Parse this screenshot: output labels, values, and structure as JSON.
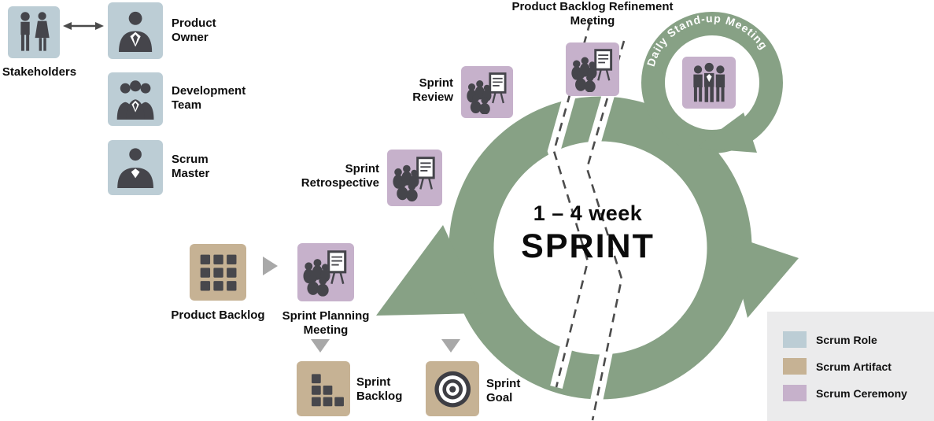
{
  "colors": {
    "sprint_green": "#87a185",
    "role": "#bccdd5",
    "artifact": "#c6b294",
    "ceremony": "#c6b1cb"
  },
  "labels": {
    "stakeholders": "Stakeholders",
    "product_owner": "Product Owner",
    "development_team": "Development Team",
    "scrum_master": "Scrum Master",
    "product_backlog": "Product Backlog",
    "sprint_planning_meeting": "Sprint Planning Meeting",
    "sprint_backlog": "Sprint Backlog",
    "sprint_goal": "Sprint Goal",
    "sprint_review": "Sprint Review",
    "sprint_retrospective": "Sprint Retrospective",
    "backlog_refinement": "Product Backlog Refinement Meeting",
    "daily_standup": "Daily Stand-up Meeting"
  },
  "center": {
    "duration": "1 – 4 week",
    "title": "SPRINT"
  },
  "legend": {
    "items": [
      {
        "label": "Scrum Role",
        "color": "#bccdd5"
      },
      {
        "label": "Scrum Artifact",
        "color": "#c6b294"
      },
      {
        "label": "Scrum Ceremony",
        "color": "#c6b1cb"
      }
    ]
  }
}
